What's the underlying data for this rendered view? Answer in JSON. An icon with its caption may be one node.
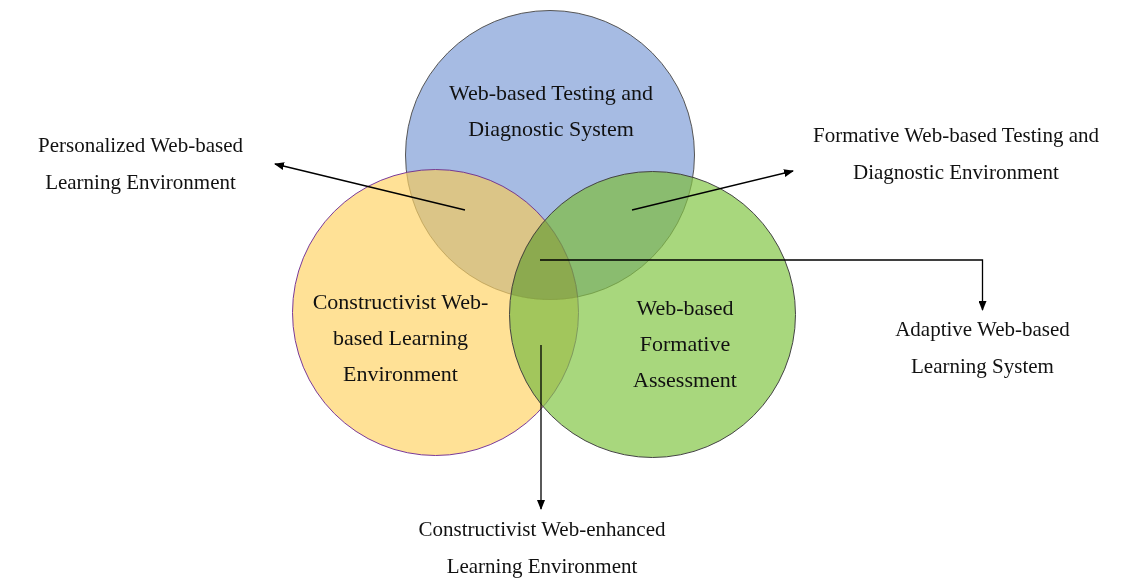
{
  "diagram": {
    "nodes": [
      {
        "text": [
          "Web-based Testing and Diagnostic System"
        ]
      },
      {
        "text": [
          "Constructivist Web-based Learning Environment"
        ]
      },
      {
        "text": [
          "Web-based Formative Assessment"
        ]
      },
      {
        "text": [
          "Personalized Web-based Learning Environment"
        ]
      },
      {
        "text": [
          "Formative Web-based Testing and Diagnostic Environment"
        ]
      },
      {
        "text": [
          "Adaptive Web-based Learning System"
        ]
      },
      {
        "text": [
          "Constructivist Web-enhanced Learning Environment"
        ]
      },
      {
        "text": [],
        "shape": "lens"
      },
      {
        "text": [],
        "shape": "lens"
      },
      {
        "text": [],
        "shape": "lens"
      },
      {
        "text": [],
        "shape": "lens"
      }
    ],
    "edges": [
      {
        "from": 7,
        "to": 3,
        "arrow": "to"
      },
      {
        "from": 8,
        "to": 4,
        "arrow": "to"
      },
      {
        "from": 9,
        "to": 5,
        "arrow": "to"
      },
      {
        "from": 10,
        "to": 6,
        "arrow": "to"
      }
    ]
  }
}
